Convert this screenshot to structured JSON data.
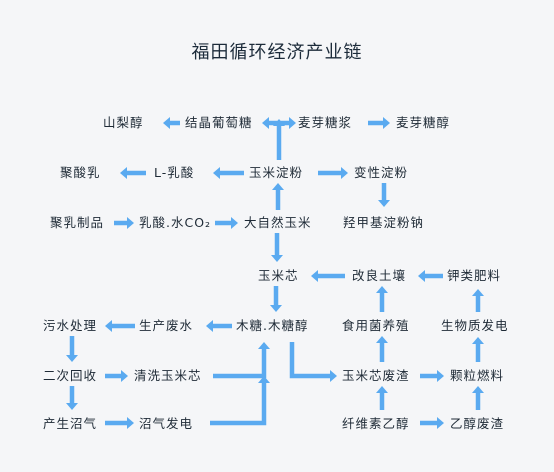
{
  "diagram": {
    "title": "福田循环经济产业链",
    "accent_color": "#5aaaf0",
    "nodes": {
      "shanlichun": "山梨醇",
      "jiejing": "结晶葡萄糖",
      "maiyatangjiang": "麦芽糖浆",
      "maiyatangchun": "麦芽糖醇",
      "jusuanru": "聚酸乳",
      "l_rusuan": "L-乳酸",
      "yumi_dianfen": "玉米淀粉",
      "bianxing_dianfen": "变性淀粉",
      "juru_zhipin": "聚乳制品",
      "rusuan_shui": "乳酸.水CO₂",
      "daziran_yumi": "大自然玉米",
      "qiangjia": "羟甲基淀粉钠",
      "yumixin": "玉米芯",
      "gailiang_turang": "改良土壤",
      "jialei_feiliao": "钾类肥料",
      "wushui_chuli": "污水处理",
      "shengchan_feishui": "生产废水",
      "mutang": "木糖.木糖醇",
      "shiyongjun": "食用菌养殖",
      "shengwuzhi_fadian": "生物质发电",
      "erci_huishou": "二次回收",
      "qingxi_yumixin": "清洗玉米芯",
      "yumixin_feizha": "玉米芯废渣",
      "keli_ranliao": "颗粒燃料",
      "chansheng_zhaoqi": "产生沼气",
      "zhaoqi_fadian": "沼气发电",
      "xianweisu_yichun": "纤维素乙醇",
      "yichun_feizha": "乙醇废渣"
    }
  }
}
